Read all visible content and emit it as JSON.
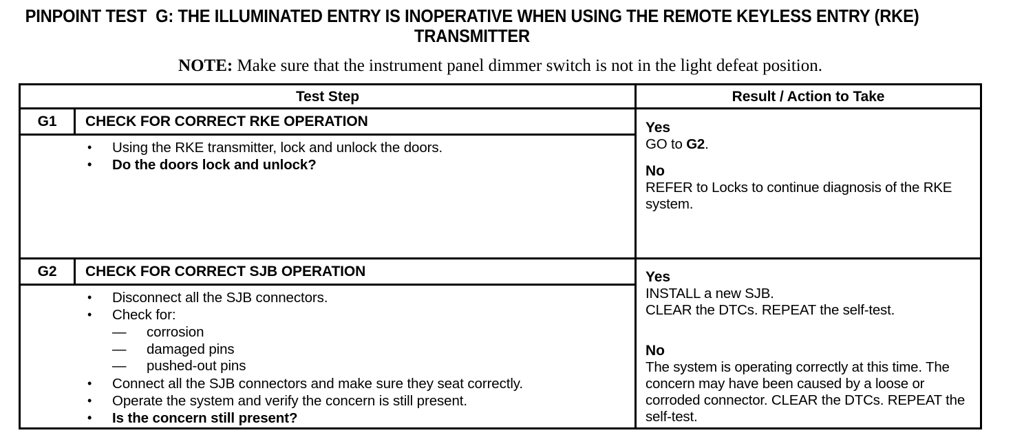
{
  "document": {
    "title": "PINPOINT TEST  G: THE ILLUMINATED ENTRY IS INOPERATIVE WHEN USING THE REMOTE KEYLESS ENTRY (RKE) TRANSMITTER",
    "note": {
      "label": "NOTE:",
      "text": " Make sure that the instrument panel dimmer switch is not in the light defeat position."
    }
  },
  "table": {
    "headers": {
      "test_step": "Test Step",
      "result_action": "Result / Action to Take"
    },
    "rows": [
      {
        "id": "G1",
        "step_title": "CHECK FOR CORRECT RKE OPERATION",
        "bullets": [
          {
            "text": "Using the RKE transmitter, lock and unlock the doors.",
            "bold": false
          },
          {
            "text": "Do the doors lock and unlock?",
            "bold": true
          }
        ],
        "results": [
          {
            "head": "Yes",
            "lines": [
              {
                "pre": "GO to ",
                "strong": "G2",
                "post": "."
              }
            ]
          },
          {
            "head": "No",
            "lines": [
              {
                "pre": "REFER to Locks to continue diagnosis of the RKE system.",
                "strong": "",
                "post": ""
              }
            ]
          }
        ]
      },
      {
        "id": "G2",
        "step_title": "CHECK FOR CORRECT SJB OPERATION",
        "bullets": [
          {
            "text": "Disconnect all the SJB connectors.",
            "bold": false
          },
          {
            "text": "Check for:",
            "bold": false,
            "subitems": [
              "corrosion",
              "damaged pins",
              "pushed-out pins"
            ]
          },
          {
            "text": "Connect all the SJB connectors and make sure they seat correctly.",
            "bold": false
          },
          {
            "text": "Operate the system and verify the concern is still present.",
            "bold": false
          },
          {
            "text": "Is the concern still present?",
            "bold": true
          }
        ],
        "results": [
          {
            "head": "Yes",
            "lines": [
              {
                "pre": "INSTALL a new SJB.",
                "strong": "",
                "post": ""
              },
              {
                "pre": "CLEAR the DTCs. REPEAT the self-test.",
                "strong": "",
                "post": ""
              }
            ]
          },
          {
            "head": "No",
            "lines": [
              {
                "pre": "The system is operating correctly at this time. The concern may have been caused by a loose or corroded connector. CLEAR the DTCs. REPEAT the self-test.",
                "strong": "",
                "post": ""
              }
            ]
          }
        ]
      }
    ]
  },
  "colors": {
    "text": "#000000",
    "background": "#ffffff",
    "border": "#000000"
  }
}
